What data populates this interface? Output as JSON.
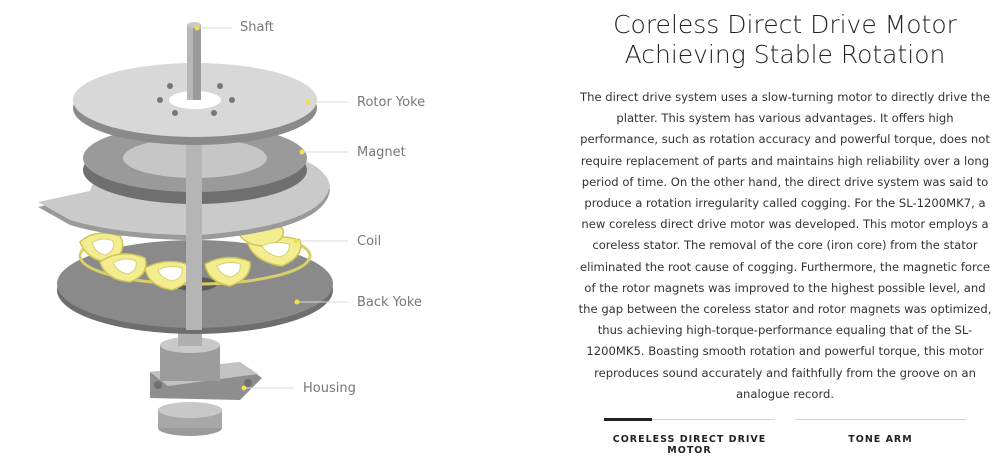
{
  "diagram": {
    "labels": {
      "shaft": "Shaft",
      "rotor_yoke": "Rotor Yoke",
      "magnet": "Magnet",
      "coil": "Coil",
      "back_yoke": "Back Yoke",
      "housing": "Housing"
    },
    "colors": {
      "leader_dot": "#f2de4a",
      "coil": "#f4ed8f",
      "metal_light": "#d9d9d9",
      "metal_mid": "#b7b7b7",
      "metal_dark": "#7c7c7c"
    }
  },
  "content": {
    "title_line1": "Coreless Direct Drive Motor",
    "title_line2": "Achieving Stable Rotation",
    "body": "The direct drive system uses a slow-turning motor to directly drive the platter. This system has various advantages. It offers high performance, such as rotation accuracy and powerful torque, does not require replacement of parts and maintains high reliability over a long period of time. On the other hand, the direct drive system was said to produce a rotation irregularity called cogging. For the SL-1200MK7, a new coreless direct drive motor was developed. This motor employs a coreless stator. The removal of the core (iron core) from the stator eliminated the root cause of cogging. Furthermore, the magnetic force of the rotor magnets was improved to the highest possible level, and the gap between the coreless stator and rotor magnets was optimized, thus achieving high-torque-performance equaling that of the SL-1200MK5. Boasting smooth rotation and powerful torque, this motor reproduces sound accurately and faithfully from the groove on an analogue record."
  },
  "tabs": [
    {
      "label": "CORELESS DIRECT DRIVE MOTOR",
      "progress": 0.28,
      "active": true
    },
    {
      "label": "TONE ARM",
      "progress": 0,
      "active": false
    }
  ]
}
